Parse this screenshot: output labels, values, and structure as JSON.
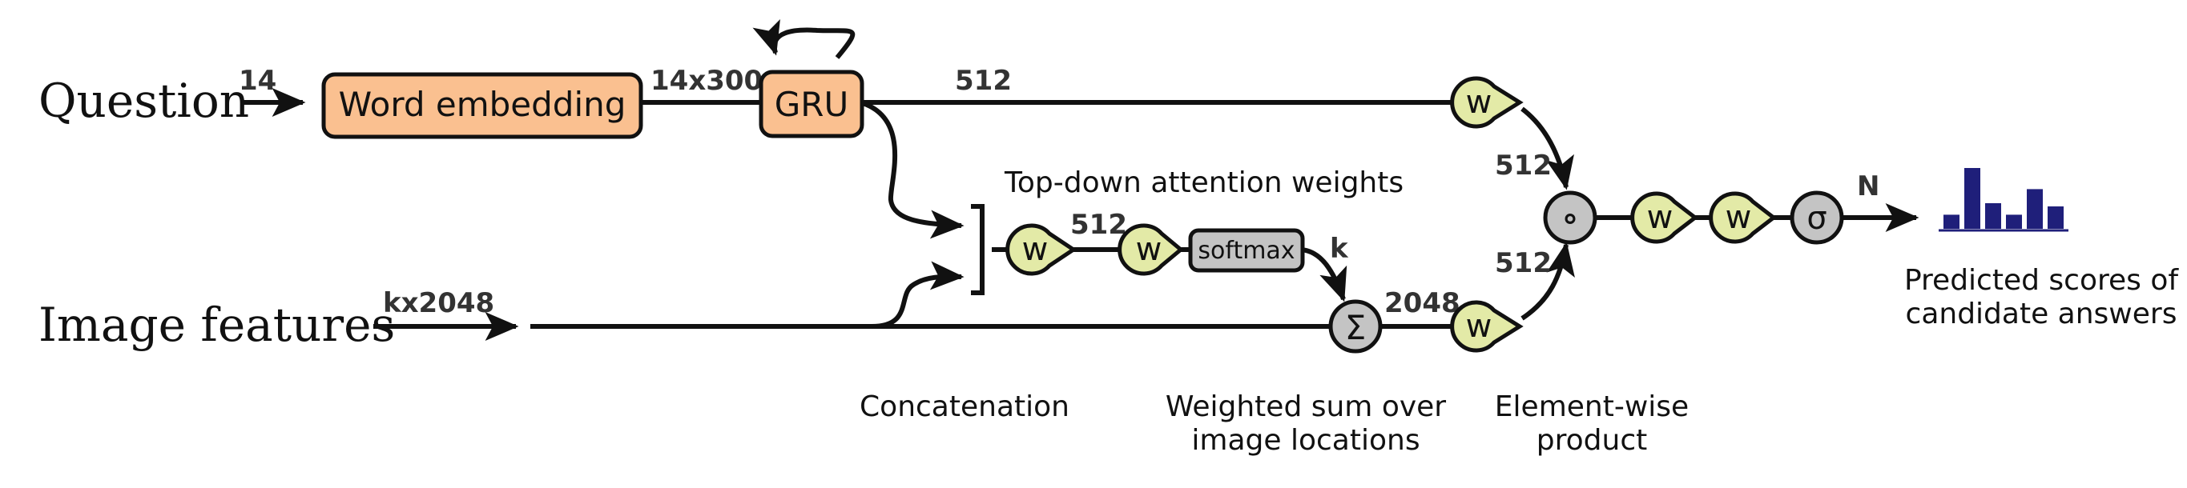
{
  "inputs": {
    "question": "Question",
    "image_features": "Image features"
  },
  "dims": {
    "question_len": "14",
    "embed_out": "14x300",
    "gru_out": "512",
    "image_in": "kx2048",
    "attn_hidden": "512",
    "softmax_out": "k",
    "weighted_sum_out": "2048",
    "q_proj": "512",
    "v_proj": "512",
    "classifier_out": "N"
  },
  "nodes": {
    "word_embedding": "Word embedding",
    "gru": "GRU",
    "w": "w",
    "softmax": "softmax",
    "sum": "Σ",
    "product": "∘",
    "sigma": "σ"
  },
  "annotations": {
    "attention": "Top-down attention weights",
    "concatenation": "Concatenation",
    "weighted_sum_line1": "Weighted sum over",
    "weighted_sum_line2": "image locations",
    "elementwise_line1": "Element-wise",
    "elementwise_line2": "product",
    "predicted_line1": "Predicted scores of",
    "predicted_line2": "candidate answers"
  },
  "scores": [
    0.22,
    0.95,
    0.4,
    0.22,
    0.62,
    0.35
  ],
  "colors": {
    "embed_fill": "#fac090",
    "w_fill": "#e3eaa7",
    "grey_fill": "#c4c4c4",
    "score_bar": "#1f1f7a"
  }
}
